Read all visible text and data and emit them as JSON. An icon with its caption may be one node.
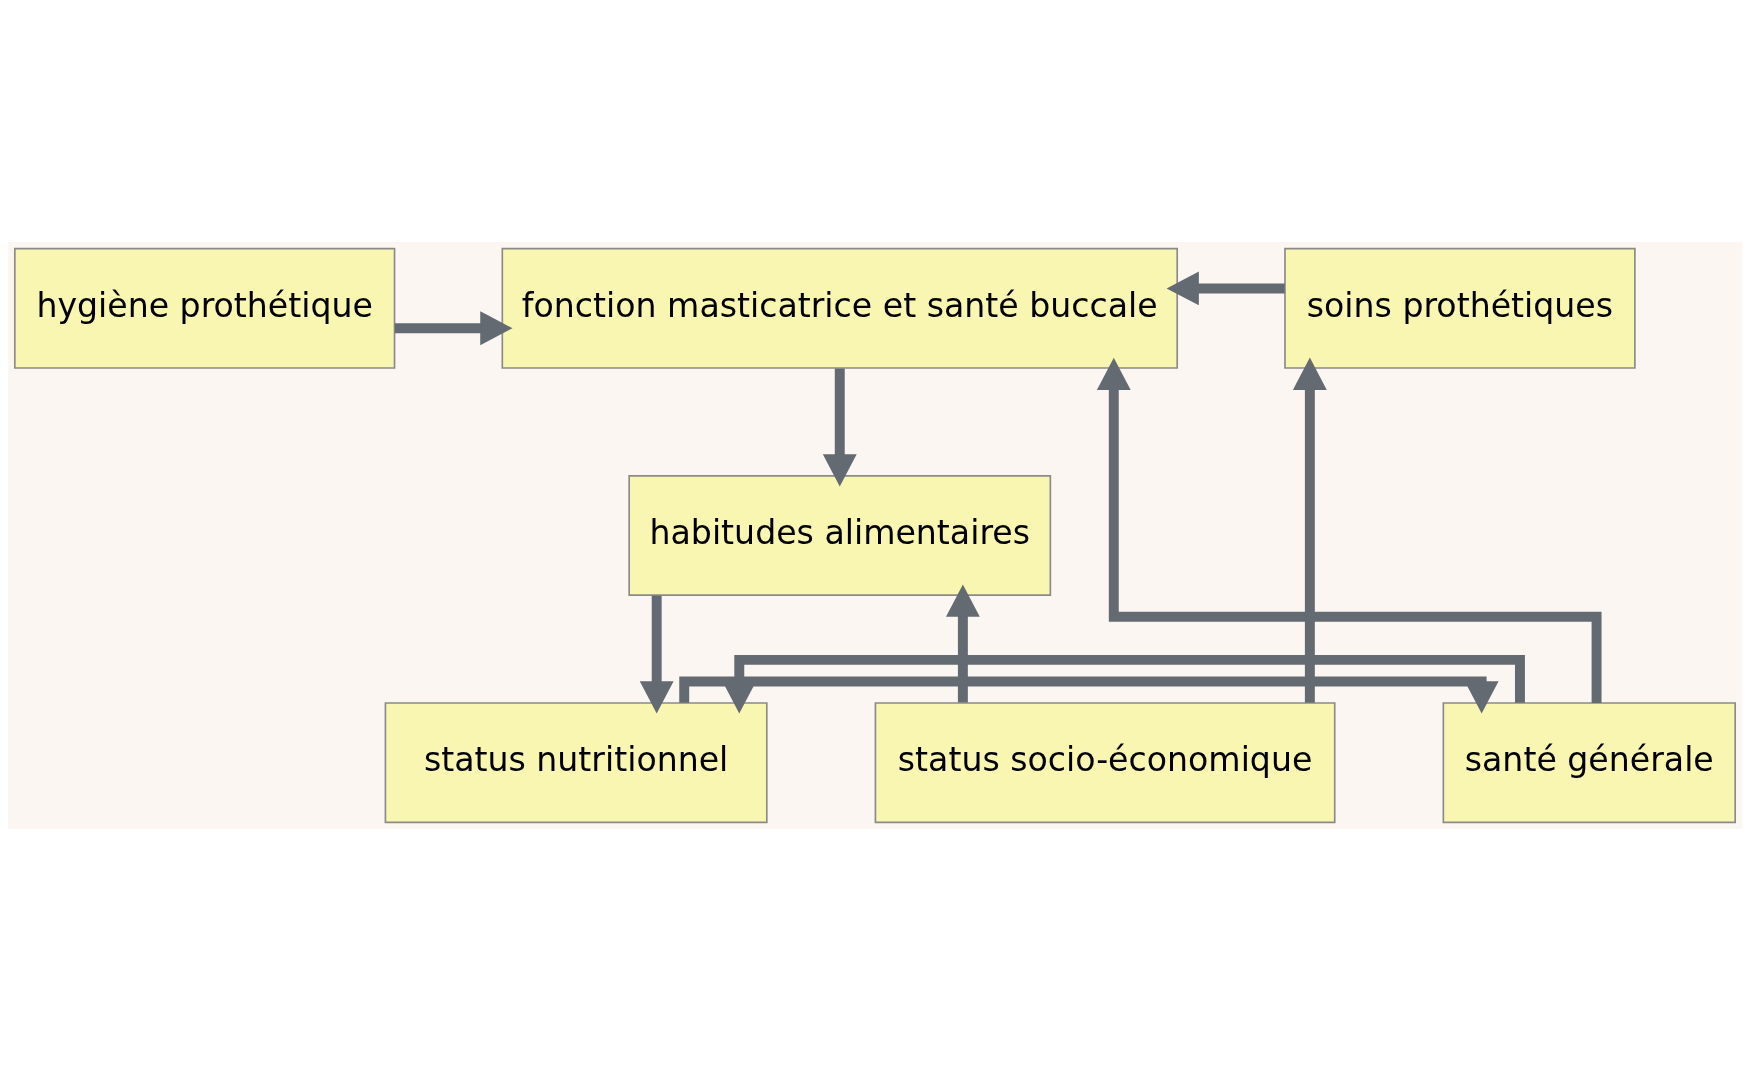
{
  "diagram": {
    "nodes": [
      {
        "text": [
          "hygiène prothétique"
        ]
      },
      {
        "text": [
          "soins prothétiques"
        ]
      },
      {
        "text": [
          "fonction masticatrice et santé buccale"
        ]
      },
      {
        "text": [
          "santé générale"
        ]
      },
      {
        "text": [
          "status nutritionnel"
        ]
      },
      {
        "text": [
          "status socio-économique"
        ]
      },
      {
        "text": [
          "habitudes alimentaires"
        ]
      }
    ],
    "edges": [
      {
        "from": 0,
        "to": 2,
        "arrow": "to"
      },
      {
        "from": 3,
        "to": 2,
        "arrow": "to"
      },
      {
        "from": 1,
        "to": 2,
        "arrow": "to"
      },
      {
        "from": 4,
        "to": 3,
        "arrow": "to"
      },
      {
        "from": 3,
        "to": 4,
        "arrow": "to"
      },
      {
        "from": 2,
        "to": 6,
        "arrow": "to"
      },
      {
        "from": 5,
        "to": 1,
        "arrow": "to"
      },
      {
        "from": 6,
        "to": 4,
        "arrow": "to"
      },
      {
        "from": 5,
        "to": 6,
        "arrow": "to"
      }
    ]
  }
}
